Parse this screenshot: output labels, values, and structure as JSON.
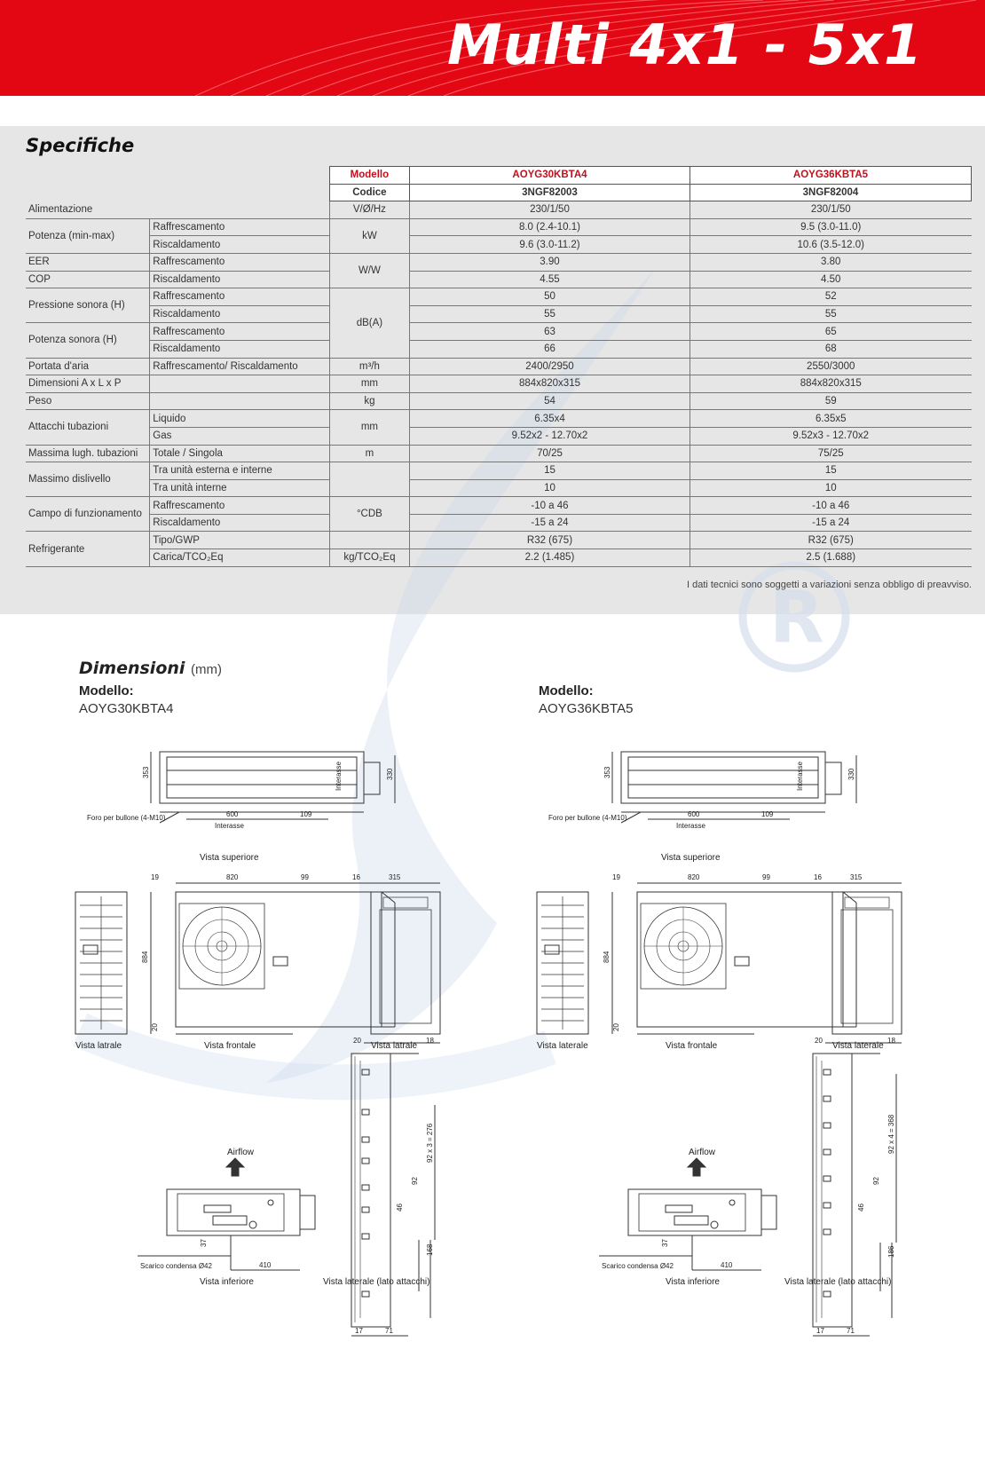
{
  "banner": {
    "title": "Multi 4x1 - 5x1"
  },
  "specs": {
    "title": "Specifiche",
    "header": {
      "model_label": "Modello",
      "code_label": "Codice",
      "models": [
        "AOYG30KBTA4",
        "AOYG36KBTA5"
      ],
      "codes": [
        "3NGF82003",
        "3NGF82004"
      ]
    },
    "rows": [
      {
        "label": "Alimentazione",
        "sub": "",
        "unit": "V/Ø/Hz",
        "v1": "230/1/50",
        "v2": "230/1/50"
      },
      {
        "label": "Potenza (min-max)",
        "sub": "Raffrescamento",
        "unit": "kW",
        "v1": "8.0 (2.4-10.1)",
        "v2": "9.5 (3.0-11.0)"
      },
      {
        "label": "",
        "sub": "Riscaldamento",
        "unit": "",
        "v1": "9.6 (3.0-11.2)",
        "v2": "10.6 (3.5-12.0)"
      },
      {
        "label": "EER",
        "sub": "Raffrescamento",
        "unit": "W/W",
        "v1": "3.90",
        "v2": "3.80"
      },
      {
        "label": "COP",
        "sub": "Riscaldamento",
        "unit": "",
        "v1": "4.55",
        "v2": "4.50"
      },
      {
        "label": "Pressione sonora (H)",
        "sub": "Raffrescamento",
        "unit": "dB(A)",
        "v1": "50",
        "v2": "52"
      },
      {
        "label": "",
        "sub": "Riscaldamento",
        "unit": "",
        "v1": "55",
        "v2": "55"
      },
      {
        "label": "Potenza sonora (H)",
        "sub": "Raffrescamento",
        "unit": "",
        "v1": "63",
        "v2": "65"
      },
      {
        "label": "",
        "sub": "Riscaldamento",
        "unit": "",
        "v1": "66",
        "v2": "68"
      },
      {
        "label": "Portata d'aria",
        "sub": "Raffrescamento/ Riscaldamento",
        "unit": "m³/h",
        "v1": "2400/2950",
        "v2": "2550/3000"
      },
      {
        "label": "Dimensioni A x L x P",
        "sub": "",
        "unit": "mm",
        "v1": "884x820x315",
        "v2": "884x820x315"
      },
      {
        "label": "Peso",
        "sub": "",
        "unit": "kg",
        "v1": "54",
        "v2": "59"
      },
      {
        "label": "Attacchi tubazioni",
        "sub": "Liquido",
        "unit": "mm",
        "v1": "6.35x4",
        "v2": "6.35x5"
      },
      {
        "label": "",
        "sub": "Gas",
        "unit": "",
        "v1": "9.52x2 - 12.70x2",
        "v2": "9.52x3 - 12.70x2"
      },
      {
        "label": "Massima lugh. tubazioni",
        "sub": "Totale / Singola",
        "unit": "m",
        "v1": "70/25",
        "v2": "75/25"
      },
      {
        "label": "Massimo dislivello",
        "sub": "Tra unità esterna e interne",
        "unit": "",
        "v1": "15",
        "v2": "15"
      },
      {
        "label": "",
        "sub": "Tra unità interne",
        "unit": "",
        "v1": "10",
        "v2": "10"
      },
      {
        "label": "Campo di funzionamento",
        "sub": "Raffrescamento",
        "unit": "°CDB",
        "v1": "-10 a 46",
        "v2": "-10 a 46"
      },
      {
        "label": "",
        "sub": "Riscaldamento",
        "unit": "",
        "v1": "-15 a 24",
        "v2": "-15 a 24"
      },
      {
        "label": "Refrigerante",
        "sub": "Tipo/GWP",
        "unit": "",
        "v1": "R32 (675)",
        "v2": "R32 (675)"
      },
      {
        "label": "",
        "sub": "Carica/TCO₂Eq",
        "unit": "kg/TCO₂Eq",
        "v1": "2.2 (1.485)",
        "v2": "2.5 (1.688)"
      }
    ],
    "note": "I dati tecnici sono soggetti a variazioni senza obbligo di preavviso."
  },
  "dimensions": {
    "title": "Dimensioni",
    "unit": "(mm)",
    "models": [
      {
        "label": "Modello:",
        "code": "AOYG30KBTA4",
        "views": [
          "Vista superiore",
          "Vista latrale",
          "Vista frontale",
          "Vista latrale",
          "Vista inferiore",
          "Vista laterale (lato attacchi)"
        ],
        "callouts": {
          "bolt": "Foro per bullone (4-M10)",
          "interasse": "Interasse",
          "interasse_v": "Interasse",
          "airflow": "Airflow",
          "drain": "Scarico condensa Ø42"
        },
        "dims": {
          "d353": "353",
          "d330": "330",
          "d600": "600",
          "d109": "109",
          "d19": "19",
          "d820": "820",
          "d99": "99",
          "d884": "884",
          "d20a": "20",
          "d16": "16",
          "d315": "315",
          "d20b": "20",
          "d18": "18",
          "pitch": "92 x 3 = 276",
          "d92": "92",
          "d46": "46",
          "d168": "168",
          "d37": "37",
          "d410": "410",
          "d17": "17",
          "d71": "71"
        }
      },
      {
        "label": "Modello:",
        "code": "AOYG36KBTA5",
        "views": [
          "Vista superiore",
          "Vista laterale",
          "Vista frontale",
          "Vista laterale",
          "Vista inferiore",
          "Vista laterale (lato attacchi)"
        ],
        "callouts": {
          "bolt": "Foro per bullone (4-M10)",
          "interasse": "Interasse",
          "interasse_v": "Interasse",
          "airflow": "Airflow",
          "drain": "Scarico condensa Ø42"
        },
        "dims": {
          "d353": "353",
          "d330": "330",
          "d600": "600",
          "d109": "109",
          "d19": "19",
          "d820": "820",
          "d99": "99",
          "d884": "884",
          "d20a": "20",
          "d16": "16",
          "d315": "315",
          "d20b": "20",
          "d18": "18",
          "pitch": "92 x 4 = 368",
          "d92": "92",
          "d46": "46",
          "d168": "186",
          "d37": "37",
          "d410": "410",
          "d17": "17",
          "d71": "71"
        }
      }
    ]
  },
  "colors": {
    "brand_red": "#e30613",
    "panel_grey": "#e6e6e6",
    "model_red": "#c0101d"
  }
}
